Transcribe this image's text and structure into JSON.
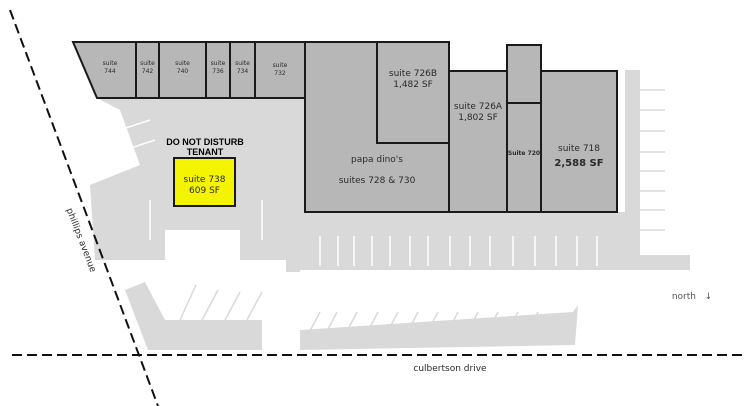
{
  "map": {
    "colors": {
      "building_fill": "#b7b7b7",
      "building_stroke": "#1a1a1a",
      "pavement": "#d9d9d9",
      "highlight": "#f4f400",
      "background": "#ffffff"
    },
    "suites": [
      {
        "id": "744",
        "line1": "suite",
        "line2": "744"
      },
      {
        "id": "742",
        "line1": "suite",
        "line2": "742"
      },
      {
        "id": "740",
        "line1": "suite",
        "line2": "740"
      },
      {
        "id": "736",
        "line1": "suite",
        "line2": "736"
      },
      {
        "id": "734",
        "line1": "suite",
        "line2": "734"
      },
      {
        "id": "732",
        "line1": "suite",
        "line2": "732"
      },
      {
        "id": "726B",
        "line1": "suite 726B",
        "line2": "1,482 SF"
      },
      {
        "id": "726A",
        "line1": "suite 726A",
        "line2": "1,802 SF"
      },
      {
        "id": "720",
        "line1": "Suite 720"
      },
      {
        "id": "718",
        "line1": "suite 718",
        "line2": "2,588 SF"
      },
      {
        "id": "728-730",
        "line1": "papa dino's",
        "line2": "suites 728 & 730"
      },
      {
        "id": "738",
        "line1": "suite 738",
        "line2": "609 SF",
        "highlighted": true
      }
    ],
    "notice": {
      "line1": "DO NOT DISTURB",
      "line2": "TENANT"
    },
    "streets": {
      "west": "phillips avenue",
      "south": "culbertson drive"
    },
    "compass": {
      "label": "north",
      "arrow": "↓"
    }
  }
}
